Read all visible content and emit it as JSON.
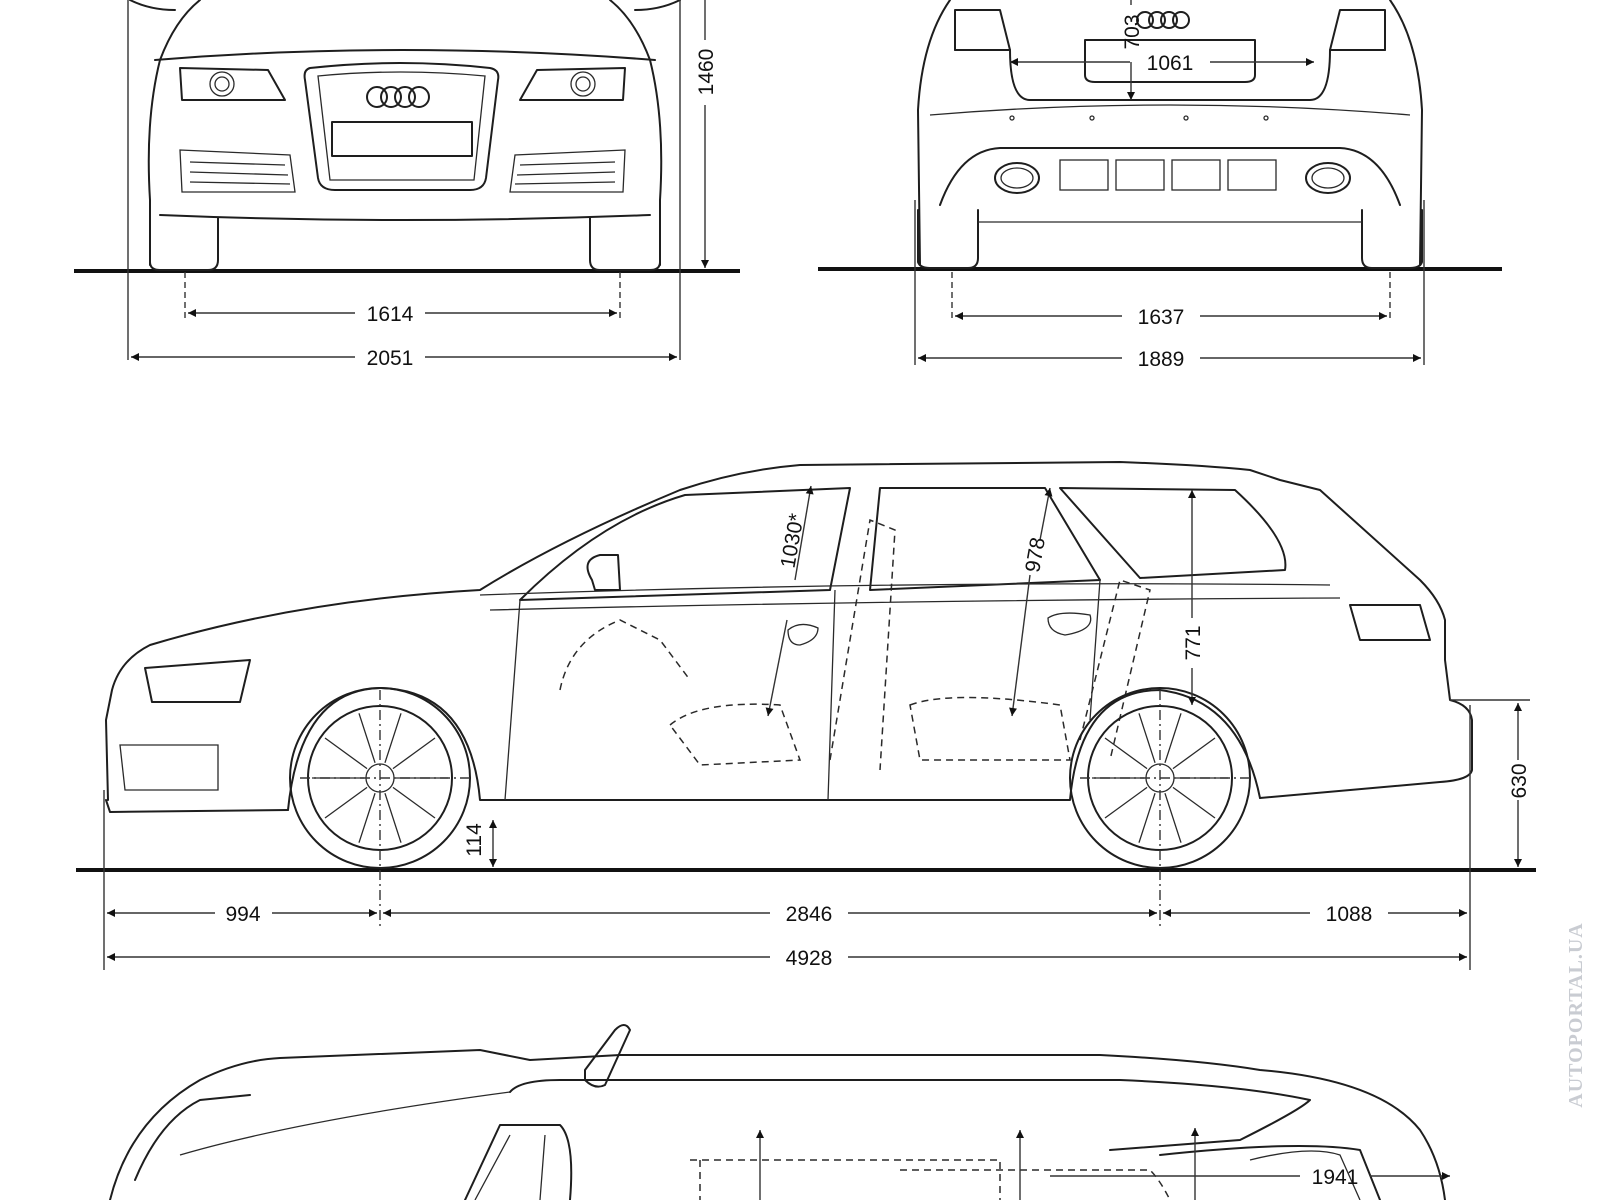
{
  "diagram": {
    "front_view": {
      "height": "1460",
      "front_track": "1614",
      "width_with_mirrors": "2051"
    },
    "rear_view": {
      "tailgate_height": "703",
      "tailgate_width": "1061",
      "rear_track": "1637",
      "width": "1889"
    },
    "side_view": {
      "front_headroom": "1030*",
      "rear_headroom": "978",
      "rear_opening_height": "771",
      "ground_clearance": "114",
      "loading_sill_height": "630",
      "front_overhang": "994",
      "wheelbase": "2846",
      "rear_overhang": "1088",
      "length": "4928"
    },
    "top_view": {
      "interior_length": "1941"
    },
    "watermark": "AUTOPORTAL.UA",
    "colors": {
      "line": "#1e1e1e",
      "watermark": "#c9ccd2"
    }
  }
}
